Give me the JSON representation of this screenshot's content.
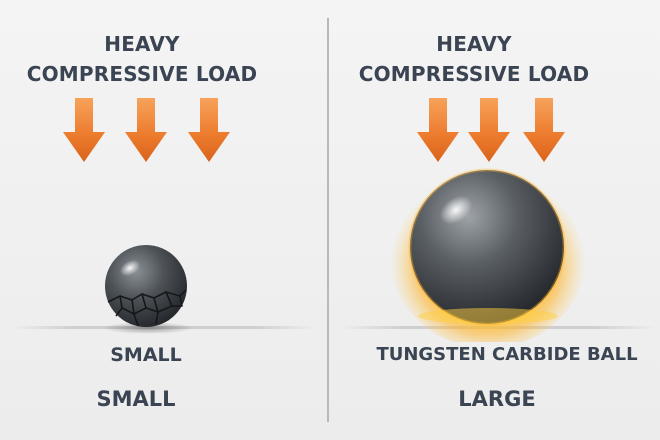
{
  "left": {
    "load_line1": "HEAVY",
    "load_line2": "COMPRESSIVE LOAD",
    "ball_caption": "SMALL",
    "size_label": "SMALL"
  },
  "right": {
    "load_line1": "HEAVY",
    "load_line2": "COMPRESSIVE LOAD",
    "ball_caption": "TUNGSTEN CARBIDE BALL",
    "size_label": "LARGE"
  },
  "colors": {
    "text": "#3a4452",
    "arrow": "#e8742a",
    "divider": "#b9b9b9",
    "glow": "#ffb020"
  }
}
